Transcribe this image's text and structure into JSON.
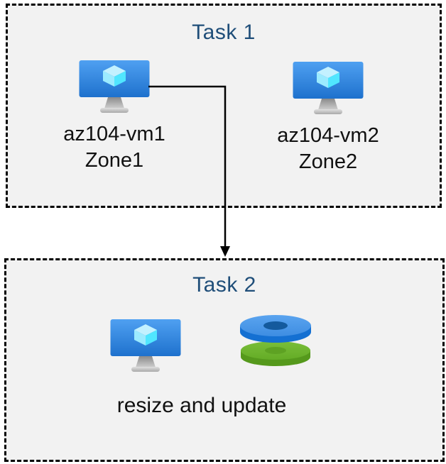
{
  "task1": {
    "title": "Task 1",
    "vms": [
      {
        "name": "az104-vm1",
        "zone": "Zone1",
        "icon": "virtual-machine-icon"
      },
      {
        "name": "az104-vm2",
        "zone": "Zone2",
        "icon": "virtual-machine-icon"
      }
    ]
  },
  "task2": {
    "title": "Task 2",
    "caption": "resize and update",
    "icons": [
      "virtual-machine-icon",
      "disks-icon"
    ]
  },
  "connector": {
    "type": "elbow-arrow",
    "from": "task1-vm1",
    "to": "task2-box"
  },
  "colors": {
    "page_background": "#ffffff",
    "box_background": "#f2f2f2",
    "box_border": "#000000",
    "title_text": "#1f4e79",
    "label_text": "#111111",
    "arrow": "#000000",
    "vm_screen_top": "#4fa0f1",
    "vm_screen_bottom": "#1e71cd",
    "cube_top": "#c3f1ff",
    "cube_left": "#9cebff",
    "cube_right": "#50e6ff",
    "disk_blue_top": "#4d9ae9",
    "disk_blue_side": "#1470d2",
    "disk_blue_hole": "#145a9d",
    "disk_green_top": "#6fb52f",
    "disk_green_side": "#55991c",
    "disk_green_hole": "#5ea223"
  }
}
